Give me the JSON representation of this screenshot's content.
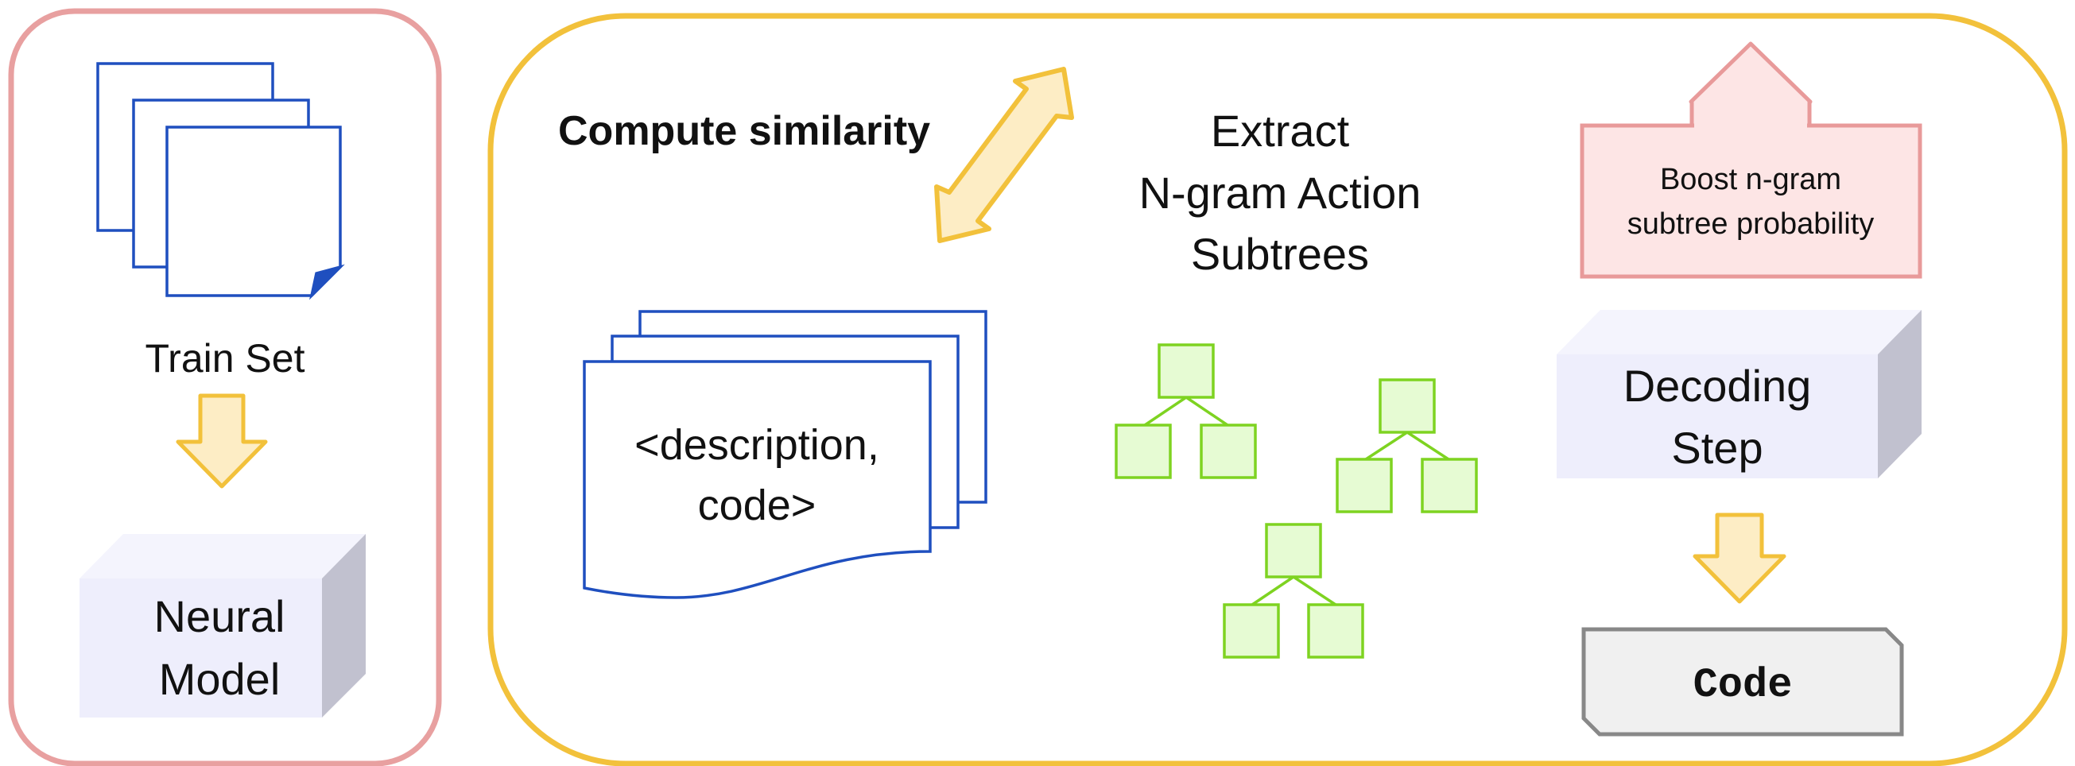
{
  "left_panel": {
    "train_set_label": "Train Set",
    "model_label_line1": "Neural",
    "model_label_line2": "Model"
  },
  "main_panel": {
    "compute_label": "Compute similarity",
    "example_line1": "<description,",
    "example_line2": "code>",
    "extract_line1": "Extract",
    "extract_line2": "N-gram Action",
    "extract_line3": "Subtrees",
    "boost_line1": "Boost n-gram",
    "boost_line2": "subtree probability",
    "decoding_line1": "Decoding",
    "decoding_line2": "Step",
    "code_label": "Code"
  },
  "colors": {
    "left_border": "#e8a0a0",
    "main_border": "#f2c13b",
    "doc_stroke": "#1f4fbf",
    "tree_stroke": "#7ed321",
    "tree_fill": "#e6fbd3",
    "arrow_stroke": "#f2c13b",
    "arrow_fill": "#fdedc5",
    "boost_stroke": "#e89a9a",
    "boost_fill": "#fde5e5",
    "block_front": "#eeeefc",
    "block_side": "#c1c1cf",
    "code_stroke": "#888888",
    "code_fill": "#f0f0f0"
  }
}
